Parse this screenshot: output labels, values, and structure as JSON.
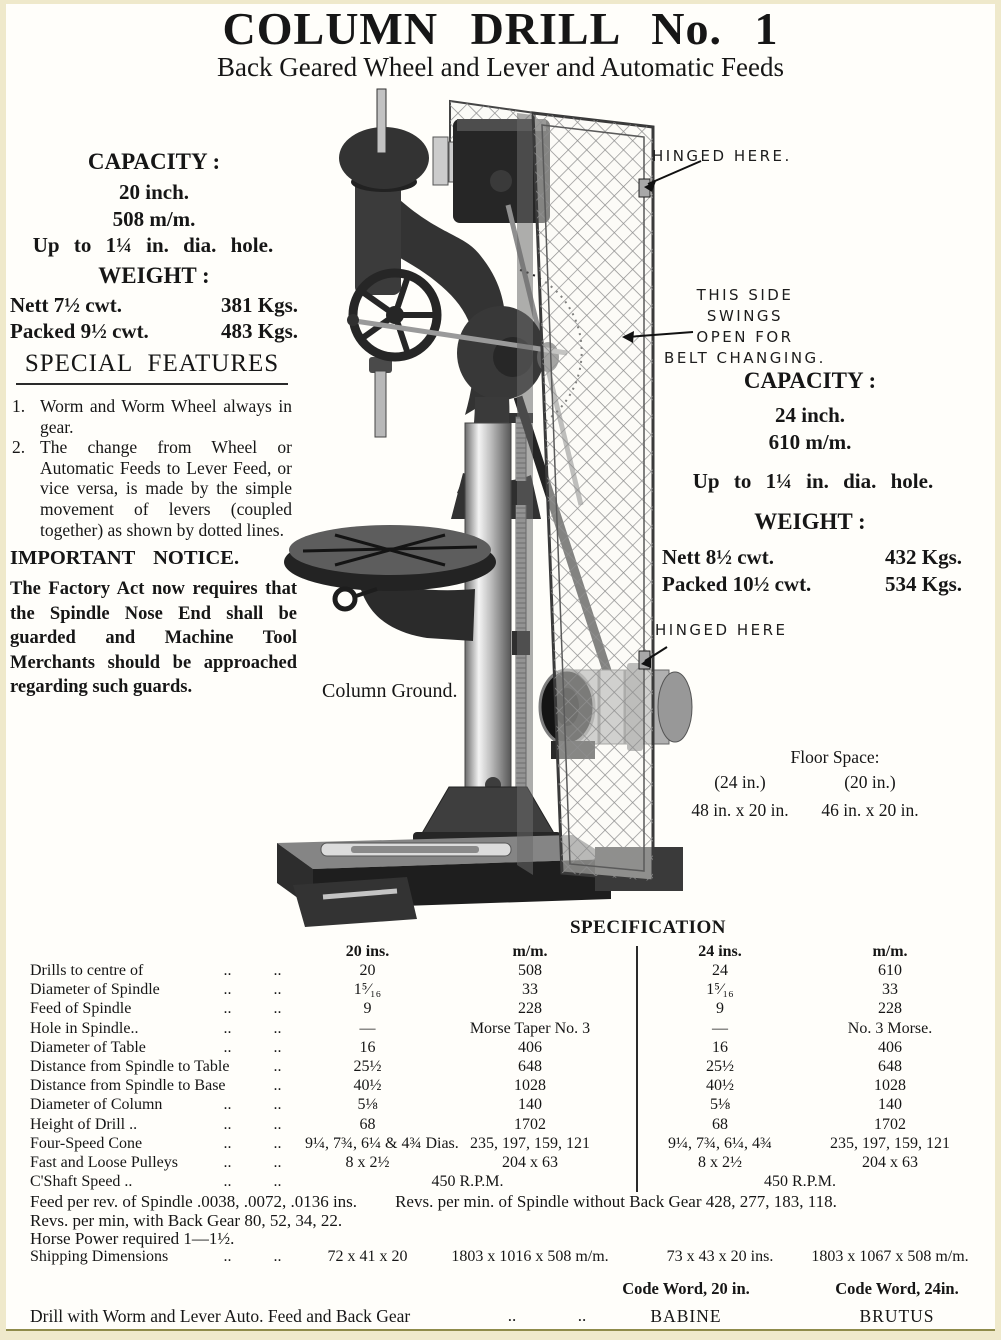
{
  "header": {
    "title": "COLUMN DRILL No. 1",
    "subtitle": "Back Geared Wheel and Lever and Automatic Feeds"
  },
  "left": {
    "cap_head": "CAPACITY :",
    "inch": "20 inch.",
    "mm": "508 m/m.",
    "hole": "Up to 1¼ in. dia. hole.",
    "weight_head": "WEIGHT :",
    "w1l": "Nett 7½ cwt.",
    "w1r": "381 Kgs.",
    "w2l": "Packed 9½ cwt.",
    "w2r": "483 Kgs."
  },
  "features": {
    "head": "SPECIAL FEATURES",
    "items": [
      {
        "num": "1.",
        "text": "Worm and Worm Wheel always in gear."
      },
      {
        "num": "2.",
        "text": "The change from Wheel or Automatic Feeds to Lever Feed, or vice versa, is made by the simple movement of levers (coupled together) as shown by dotted lines."
      }
    ]
  },
  "notice": {
    "head": "IMPORTANT NOTICE.",
    "body": "The Factory Act now requires that the Spindle Nose End shall be guarded and Machine Tool Merchants should be approached regarding such guards."
  },
  "illo": {
    "hinged_top": "HINGED HERE.",
    "swings1": "THIS SIDE SWINGS",
    "swings2": "OPEN FOR",
    "swings3": "BELT CHANGING.",
    "hinged_bottom": "HINGED HERE",
    "column_ground": "Column Ground."
  },
  "right": {
    "cap_head": "CAPACITY :",
    "inch": "24 inch.",
    "mm": "610 m/m.",
    "hole": "Up to 1¼ in. dia. hole.",
    "weight_head": "WEIGHT :",
    "w1l": "Nett 8½ cwt.",
    "w1r": "432 Kgs.",
    "w2l": "Packed 10½ cwt.",
    "w2r": "534 Kgs."
  },
  "floor": {
    "head": "Floor Space:",
    "c1h": "(24 in.)",
    "c2h": "(20 in.)",
    "c1v": "48 in. x 20 in.",
    "c2v": "46 in. x 20 in."
  },
  "spec": {
    "title": "SPECIFICATION",
    "col_heads": [
      "20 ins.",
      "m/m.",
      "24 ins.",
      "m/m."
    ],
    "dots": "..",
    "rows": [
      {
        "label": "Drills to centre of",
        "dA": true,
        "dB": true,
        "v": [
          "20",
          "508",
          "24",
          "610"
        ]
      },
      {
        "label": "Diameter of Spindle",
        "dA": true,
        "dB": true,
        "v": [
          "1⁵⁄₁₆",
          "33",
          "1⁵⁄₁₆",
          "33"
        ]
      },
      {
        "label": "Feed of Spindle",
        "dA": true,
        "dB": true,
        "v": [
          "9",
          "228",
          "9",
          "228"
        ]
      },
      {
        "label": "Hole in Spindle..",
        "dA": true,
        "dB": true,
        "v": [
          "—",
          "Morse Taper No. 3",
          "—",
          "No. 3 Morse."
        ]
      },
      {
        "label": "Diameter of Table",
        "dA": true,
        "dB": true,
        "v": [
          "16",
          "406",
          "16",
          "406"
        ]
      },
      {
        "label": "Distance from Spindle to Table",
        "dA": false,
        "dB": true,
        "v": [
          "25½",
          "648",
          "25½",
          "648"
        ]
      },
      {
        "label": "Distance from Spindle to Base",
        "dA": false,
        "dB": true,
        "v": [
          "40½",
          "1028",
          "40½",
          "1028"
        ]
      },
      {
        "label": "Diameter of Column",
        "dA": true,
        "dB": true,
        "v": [
          "5⅛",
          "140",
          "5⅛",
          "140"
        ]
      },
      {
        "label": "Height of Drill ..",
        "dA": true,
        "dB": true,
        "v": [
          "68",
          "1702",
          "68",
          "1702"
        ]
      },
      {
        "label": "Four-Speed Cone",
        "dA": true,
        "dB": true,
        "v": [
          "9¼, 7¾, 6¼ & 4¾ Dias.",
          "235, 197, 159, 121",
          "9¼, 7¾, 6¼, 4¾",
          "235, 197, 159, 121"
        ]
      },
      {
        "label": "Fast and Loose Pulleys",
        "dA": true,
        "dB": true,
        "v": [
          "8 x 2½",
          "204 x 63",
          "8 x 2½",
          "204 x 63"
        ]
      },
      {
        "label": "C'Shaft Speed ..",
        "dA": true,
        "dB": true,
        "span": [
          "450 R.P.M.",
          "450 R.P.M."
        ]
      }
    ],
    "notes": {
      "n1a": "Feed per rev. of Spindle .0038, .0072, .0136 ins.",
      "n1b": "Revs. per min. of Spindle without Back Gear 428, 277, 183, 118.",
      "n2": "Revs. per min, with Back Gear 80, 52, 34, 22.",
      "n3": "Horse Power required 1—1½."
    },
    "shipping": {
      "label": "Shipping Dimensions",
      "dA": true,
      "dB": true,
      "v": [
        "72 x 41 x 20",
        "1803 x 1016 x 508 m/m.",
        "73 x 43 x 20 ins.",
        "1803 x 1067 x 508 m/m."
      ]
    }
  },
  "bottom": {
    "code_head_20": "Code Word, 20 in.",
    "code_head_24": "Code Word, 24in.",
    "row_label": "Drill with Worm and Lever Auto. Feed and Back Gear",
    "dots": "..",
    "code_20": "BABINE",
    "code_24": "BRUTUS"
  }
}
